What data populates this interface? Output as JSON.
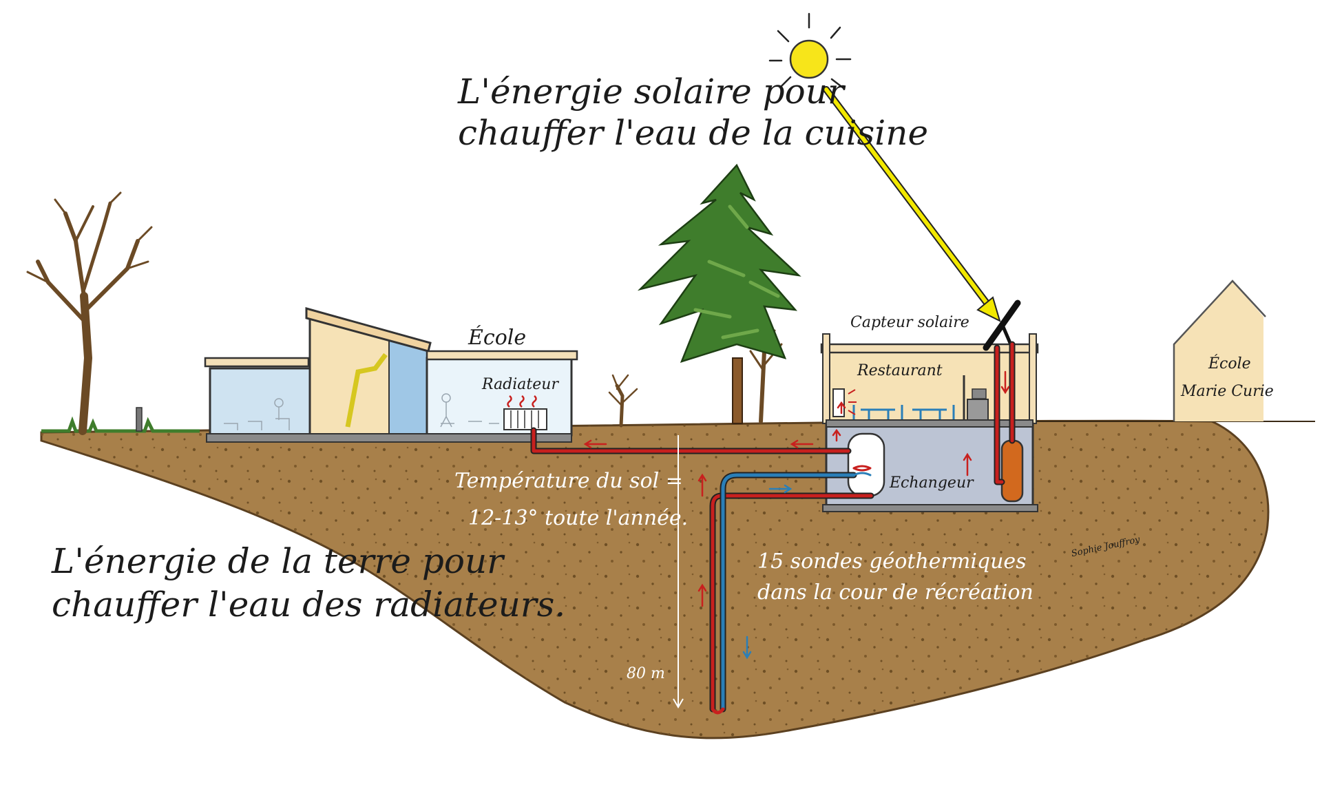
{
  "title_solar": {
    "line1": "L'énergie solaire pour",
    "line2": "chauffer l'eau de la cuisine"
  },
  "title_earth": {
    "line1": "L'énergie de la terre pour",
    "line2": "chauffer l'eau des radiateurs."
  },
  "labels": {
    "ecole": "École",
    "radiateur": "Radiateur",
    "capteur_solaire": "Capteur solaire",
    "restaurant": "Restaurant",
    "echangeur": "Echangeur",
    "ecole_marie_curie_1": "École",
    "ecole_marie_curie_2": "Marie Curie",
    "temperature_1": "Température du sol =",
    "temperature_2": "12-13° toute l'année.",
    "sondes_1": "15 sondes géothermiques",
    "sondes_2": "dans la cour de récréation",
    "depth": "80 m",
    "signature": "Sophie Jouffroy"
  },
  "colors": {
    "soil": "#a8804a",
    "hot_pipe": "#c8201e",
    "cold_pipe": "#2a7fb8",
    "sun": "#f7e51a",
    "sun_ray": "#f2e800",
    "tree_green": "#3f7d2c",
    "trunk": "#8b5a2b"
  }
}
